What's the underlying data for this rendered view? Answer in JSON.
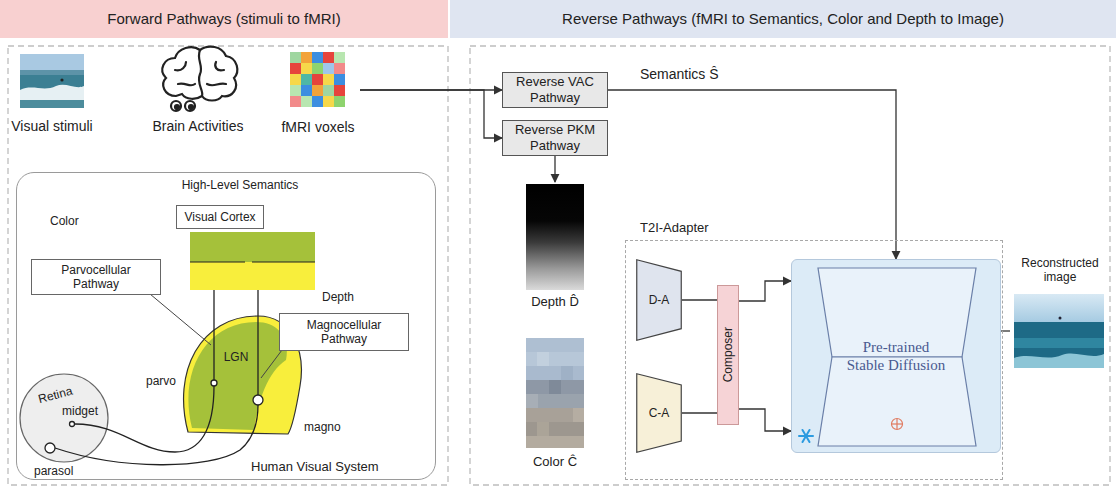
{
  "diagram": {
    "nodes": [
      {
        "text": [
          "Forward Pathways (stimuli to fMRI)"
        ]
      },
      {
        "text": [
          "Reverse Pathways (fMRI to Semantics, Color and Depth to Image)"
        ]
      },
      {
        "text": [
          "fMRI voxels"
        ]
      },
      {
        "text": [
          "Human Visual System"
        ]
      },
      {
        "text": [
          "Visual Cortex"
        ],
        "in": 3
      },
      {
        "text": [
          "Parvocellular Pathway"
        ],
        "in": 3
      },
      {
        "text": [
          "Magnocellular Pathway"
        ],
        "in": 3
      },
      {
        "text": [
          "Reverse VAC Pathway"
        ]
      },
      {
        "text": [
          "Reverse PKM Pathway"
        ]
      },
      {
        "text": [
          "Depth D̂"
        ]
      },
      {
        "text": [
          "Color Ĉ"
        ]
      },
      {
        "text": [
          "T2I-Adapter"
        ]
      },
      {
        "text": [
          "D-A"
        ],
        "in": 11
      },
      {
        "text": [
          "C-A"
        ],
        "in": 11
      },
      {
        "text": [
          "Composer"
        ],
        "in": 11
      },
      {
        "text": [
          "Pre-trained Stable Diffusion"
        ],
        "in": 11
      },
      {
        "text": [
          "Reconstructed image"
        ]
      }
    ],
    "edges": [
      {
        "from": 2,
        "to": 7,
        "arrow": "to"
      },
      {
        "from": 2,
        "to": 8,
        "arrow": "to"
      },
      {
        "from": 7,
        "to": 15,
        "label": "Semantics Ŝ",
        "arrow": "to"
      },
      {
        "from": 8,
        "to": 9,
        "arrow": "to"
      },
      {
        "from": 12,
        "to": 14,
        "arrow": "none"
      },
      {
        "from": 13,
        "to": 14,
        "arrow": "none"
      },
      {
        "from": 14,
        "to": 15,
        "arrow": "to"
      },
      {
        "from": 14,
        "to": 15,
        "arrow": "to"
      },
      {
        "from": 15,
        "to": 16,
        "arrow": "none"
      }
    ],
    "labels": [
      "Visual stimuli",
      "Brain Activities",
      "High-Level Semantics",
      "Color",
      "LGN",
      "parvo",
      "Depth",
      "magno",
      "Retina",
      "midget",
      "parasol"
    ]
  }
}
